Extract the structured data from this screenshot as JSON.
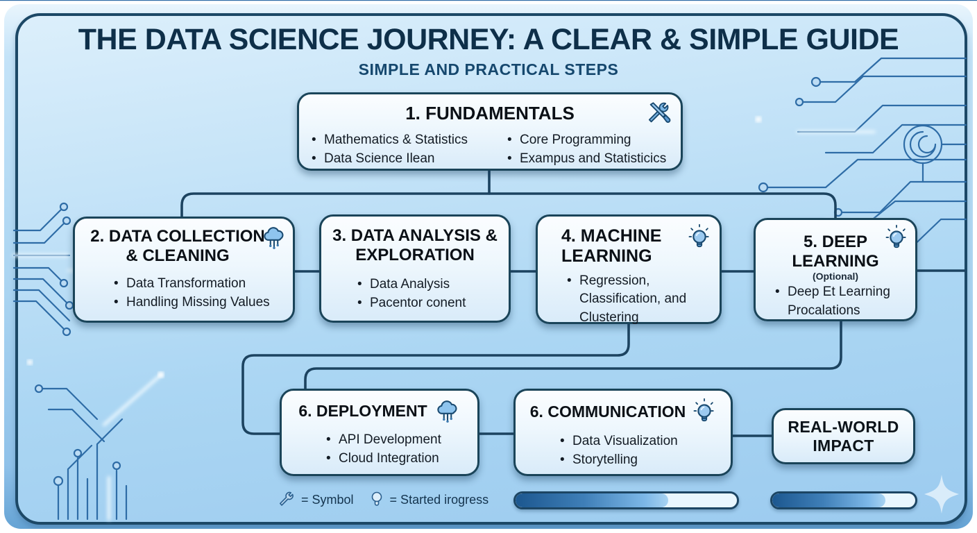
{
  "header": {
    "title": "THE DATA SCIENCE JOURNEY: A CLEAR & SIMPLE GUIDE",
    "subtitle": "SIMPLE AND PRACTICAL STEPS"
  },
  "cards": {
    "fundamentals": {
      "heading": "1. FUNDAMENTALS",
      "icon": "tools-icon",
      "bullets_left": [
        "Mathematics & Statistics",
        "Data Science Ilean"
      ],
      "bullets_right": [
        "Core Programming",
        "Exampus and Statisticics"
      ]
    },
    "collection": {
      "heading": "2. DATA COLLECTION & CLEANING",
      "icon": "cloud-icon",
      "bullets": [
        "Data Transformation",
        "Handling Missing Values"
      ]
    },
    "analysis": {
      "heading": "3. DATA ANALYSIS & EXPLORATION",
      "bullets": [
        "Data Analysis",
        "Pacentor conent"
      ]
    },
    "machine_learning": {
      "heading": "4. MACHINE LEARNING",
      "icon": "bulb-icon",
      "bullets": [
        "Regression, Classification, and Clustering"
      ]
    },
    "deep_learning": {
      "heading": "5. DEEP LEARNING",
      "note": "(Optional)",
      "icon": "bulb-icon",
      "bullets": [
        "Deep Et Learning Procalations"
      ]
    },
    "deployment": {
      "heading": "6. DEPLOYMENT",
      "icon": "cloud-icon",
      "bullets": [
        "API Development",
        "Cloud Integration"
      ]
    },
    "communication": {
      "heading": "6. COMMUNICATION",
      "icon": "bulb-icon",
      "bullets": [
        "Data Visualization",
        "Storytelling"
      ]
    },
    "impact": {
      "heading": "REAL-WORLD IMPACT"
    }
  },
  "legend": {
    "symbol_icon": "wrench-icon",
    "symbol_label": "= Symbol",
    "progress_icon": "bulb-icon",
    "progress_label": "= Started irogress"
  },
  "progress_bars": [
    {
      "name": "progress-bar-1",
      "percent": 69
    },
    {
      "name": "progress-bar-2",
      "percent": 79
    }
  ],
  "colors": {
    "title_navy": "#0e2f49",
    "card_border": "#1a4459",
    "panel_border": "#1c4866",
    "background_blue": "#aad4f1",
    "icon_blue": "#7cb7e6",
    "progress_dark": "#1c578f",
    "progress_light": "#a8d3f2"
  }
}
